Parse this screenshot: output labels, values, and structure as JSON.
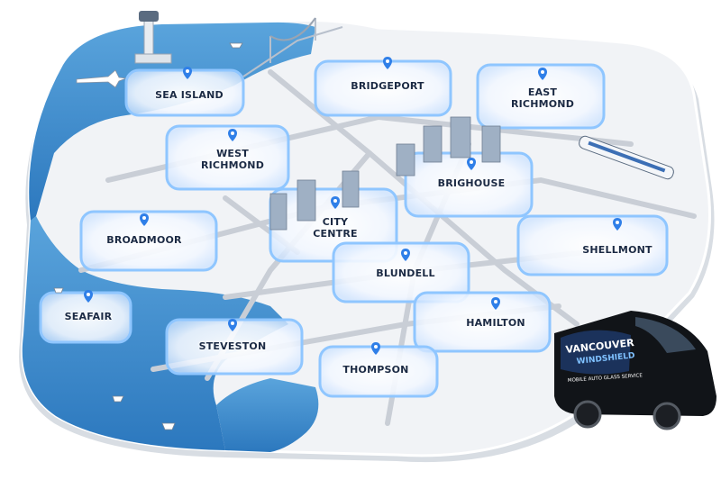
{
  "map": {
    "neighborhoods": [
      {
        "id": "sea-island",
        "label": "SEA ISLAND"
      },
      {
        "id": "bridgeport",
        "label": "BRIDGEPORT"
      },
      {
        "id": "east-richmond",
        "label": "EAST\nRICHMOND"
      },
      {
        "id": "west-richmond",
        "label": "WEST\nRICHMOND"
      },
      {
        "id": "brighouse",
        "label": "BRIGHOUSE"
      },
      {
        "id": "city-centre",
        "label": "CITY\nCENTRE"
      },
      {
        "id": "broadmoor",
        "label": "BROADMOOR"
      },
      {
        "id": "shellmont",
        "label": "SHELLMONT"
      },
      {
        "id": "blundell",
        "label": "BLUNDELL"
      },
      {
        "id": "seafair",
        "label": "SEAFAIR"
      },
      {
        "id": "hamilton",
        "label": "HAMILTON"
      },
      {
        "id": "steveston",
        "label": "STEVESTON"
      },
      {
        "id": "thompson",
        "label": "THOMPSON"
      }
    ],
    "van": {
      "logo_line1": "VANCOUVER",
      "logo_line2": "WINDSHIELD",
      "tagline": "MOBILE AUTO GLASS SERVICE"
    },
    "colors": {
      "water": "#3f8fd0",
      "land": "#e9edf2",
      "zone_glow": "#8fc6ff",
      "pin": "#2f7fe8",
      "van_body": "#111418"
    }
  }
}
